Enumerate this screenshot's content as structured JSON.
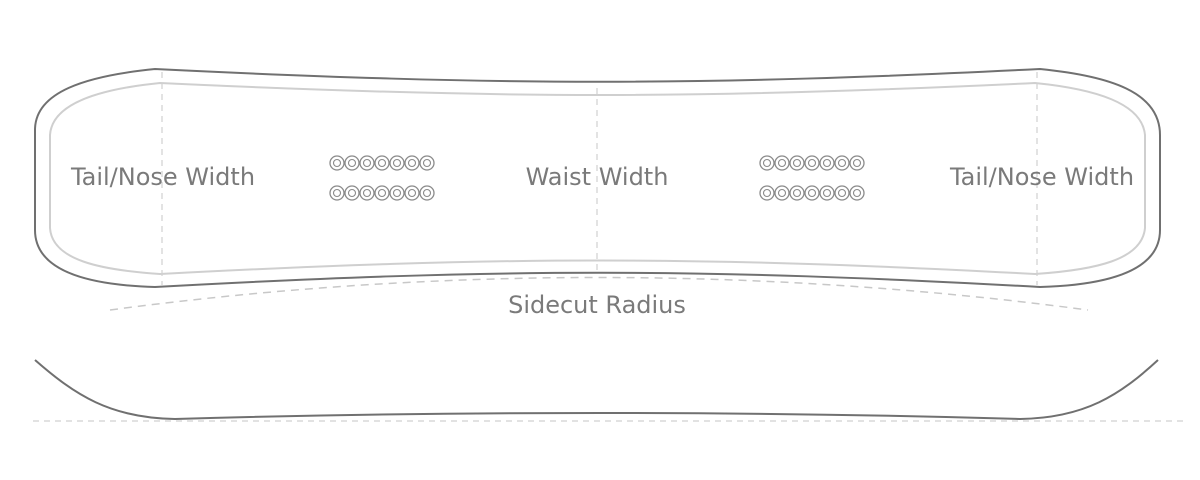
{
  "labels": {
    "tail_nose_width_left": "Tail/Nose Width",
    "waist_width": "Waist Width",
    "tail_nose_width_right": "Tail/Nose Width",
    "sidecut_radius": "Sidecut Radius"
  },
  "inserts": {
    "rows_per_cluster": 2,
    "holes_per_row": 7
  },
  "colors": {
    "outline": "#707070",
    "inner_outline": "#cfcfcf",
    "guides": "#d0d0d0",
    "text": "#7a7a7a"
  }
}
